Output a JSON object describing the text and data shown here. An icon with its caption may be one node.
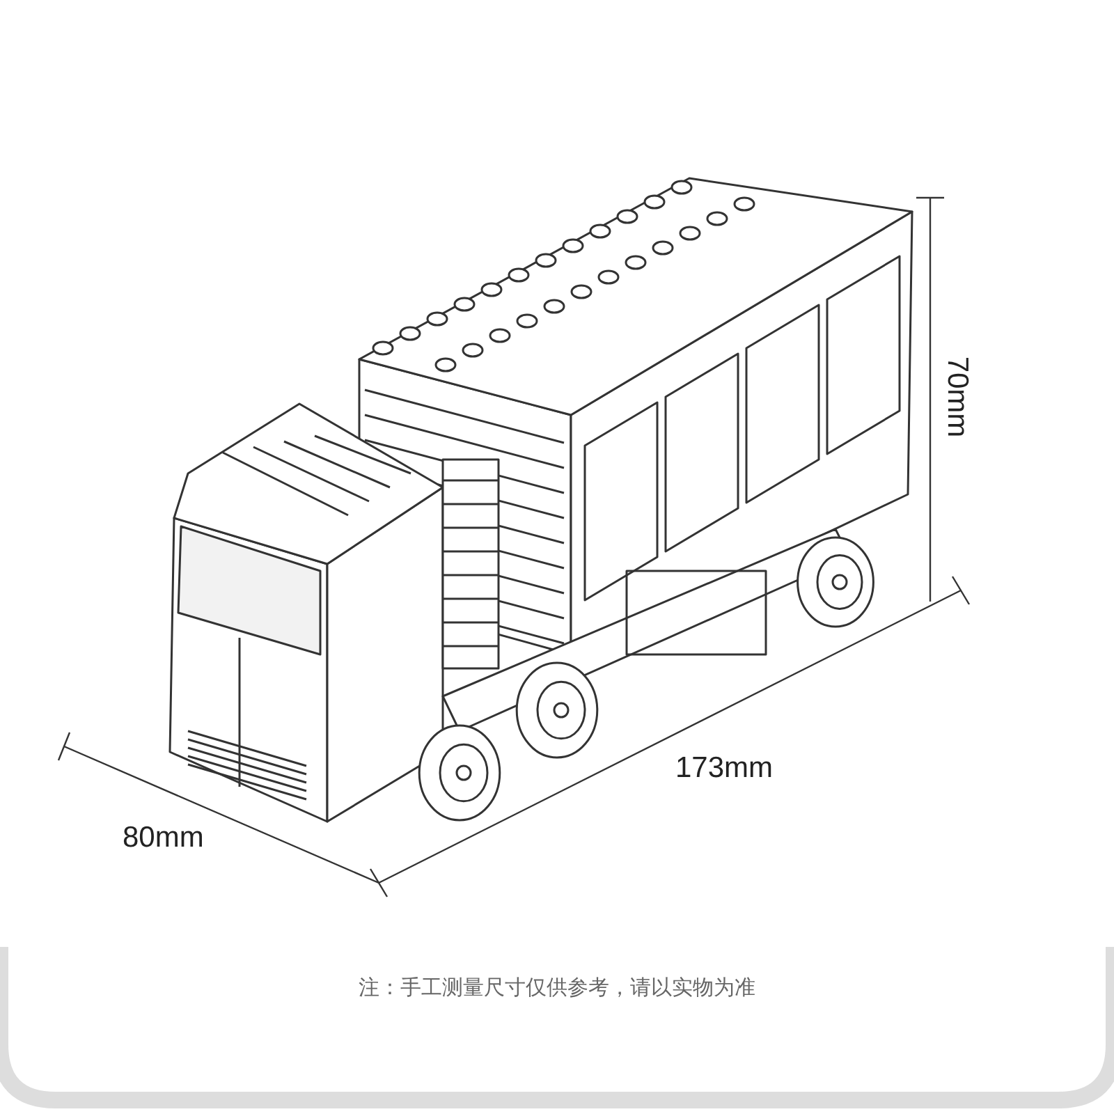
{
  "diagram": {
    "labels": [
      "70mm",
      "173mm",
      "80mm"
    ],
    "caption": "注：手工测量尺寸仅供参考，请以实物为准"
  }
}
